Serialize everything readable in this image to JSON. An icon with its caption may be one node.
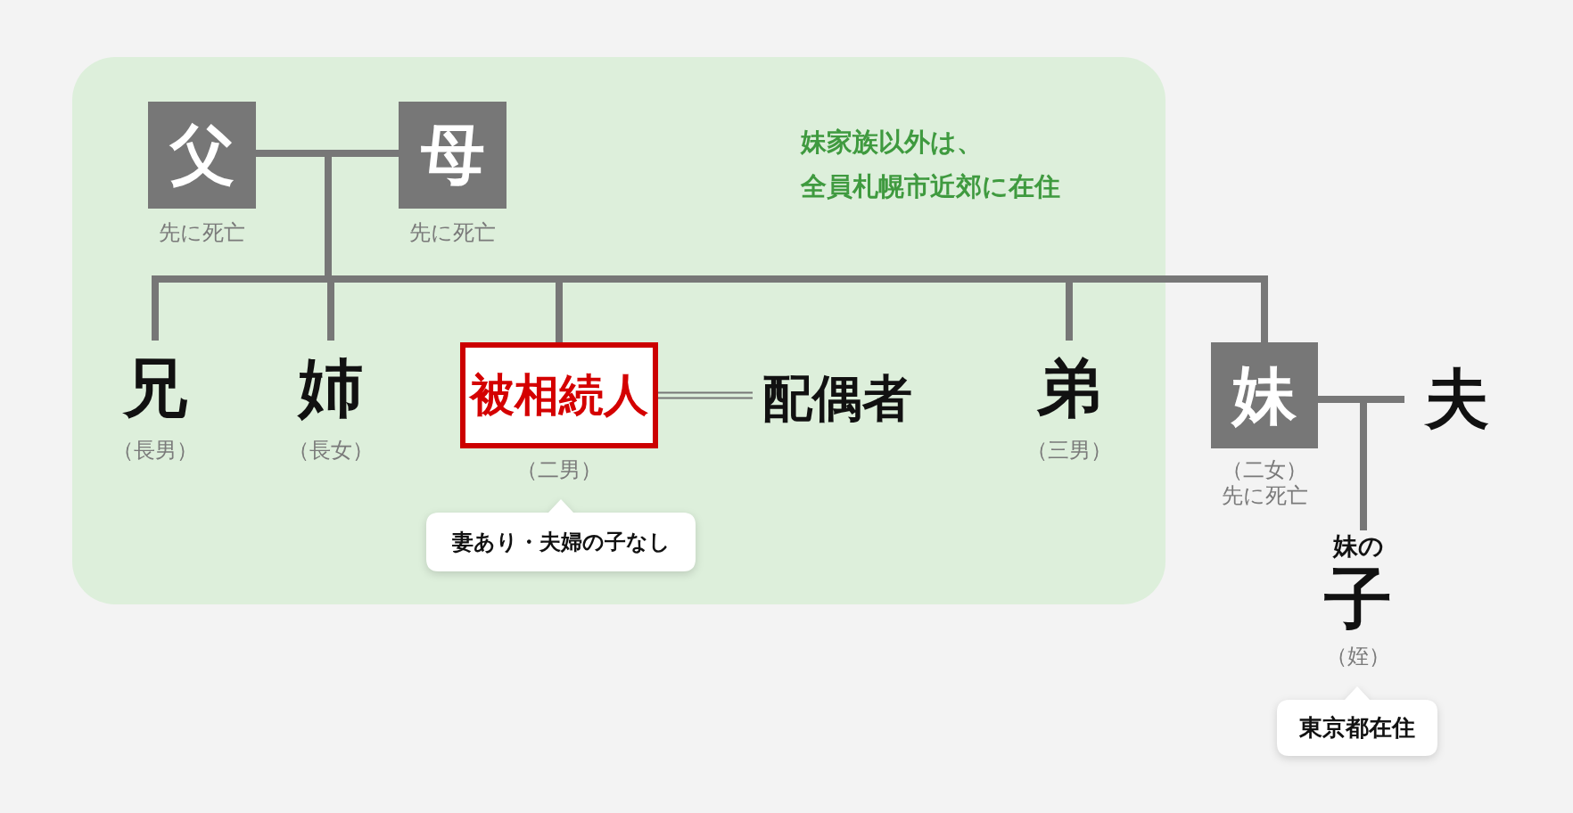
{
  "diagram": {
    "nodes": [
      {
        "text": [
          "妹家族以外は、全員札幌市近郊に在住"
        ]
      },
      {
        "text": [
          "父"
        ],
        "beside": [
          "先に死亡"
        ],
        "in": 0
      },
      {
        "text": [
          "母"
        ],
        "beside": [
          "先に死亡"
        ],
        "in": 0
      },
      {
        "text": [
          "兄"
        ],
        "beside": [
          "（長男）"
        ],
        "in": 0
      },
      {
        "text": [
          "姉"
        ],
        "beside": [
          "（長女）"
        ],
        "in": 0
      },
      {
        "text": [
          "被相続人"
        ],
        "beside": [
          "（二男）"
        ],
        "in": 0
      },
      {
        "text": [
          "妻あり・夫婦の子なし"
        ],
        "in": 0
      },
      {
        "text": [
          "配偶者"
        ],
        "in": 0
      },
      {
        "text": [
          "弟"
        ],
        "beside": [
          "（三男）"
        ],
        "in": 0
      },
      {
        "text": [
          "妹"
        ],
        "beside": [
          "（二女）",
          "先に死亡"
        ]
      },
      {
        "text": [
          "夫"
        ]
      },
      {
        "text": [
          "妹の",
          "子"
        ],
        "beside": [
          "（姪）"
        ]
      },
      {
        "text": [
          "東京都在住"
        ]
      }
    ],
    "edges": [
      {
        "from": 1,
        "to": 2,
        "arrow": "none"
      },
      {
        "from": 1,
        "to": 3,
        "arrow": "none"
      },
      {
        "from": 1,
        "to": 4,
        "arrow": "none"
      },
      {
        "from": 1,
        "to": 5,
        "arrow": "none"
      },
      {
        "from": 1,
        "to": 8,
        "arrow": "none"
      },
      {
        "from": 1,
        "to": 9,
        "arrow": "none"
      },
      {
        "from": 2,
        "to": 3,
        "arrow": "none"
      },
      {
        "from": 2,
        "to": 4,
        "arrow": "none"
      },
      {
        "from": 2,
        "to": 5,
        "arrow": "none"
      },
      {
        "from": 2,
        "to": 8,
        "arrow": "none"
      },
      {
        "from": 2,
        "to": 9,
        "arrow": "none"
      },
      {
        "from": 5,
        "to": 7,
        "arrow": "none"
      },
      {
        "from": 9,
        "to": 10,
        "arrow": "none"
      },
      {
        "from": 9,
        "to": 11,
        "arrow": "none"
      },
      {
        "from": 10,
        "to": 11,
        "arrow": "none"
      }
    ]
  }
}
